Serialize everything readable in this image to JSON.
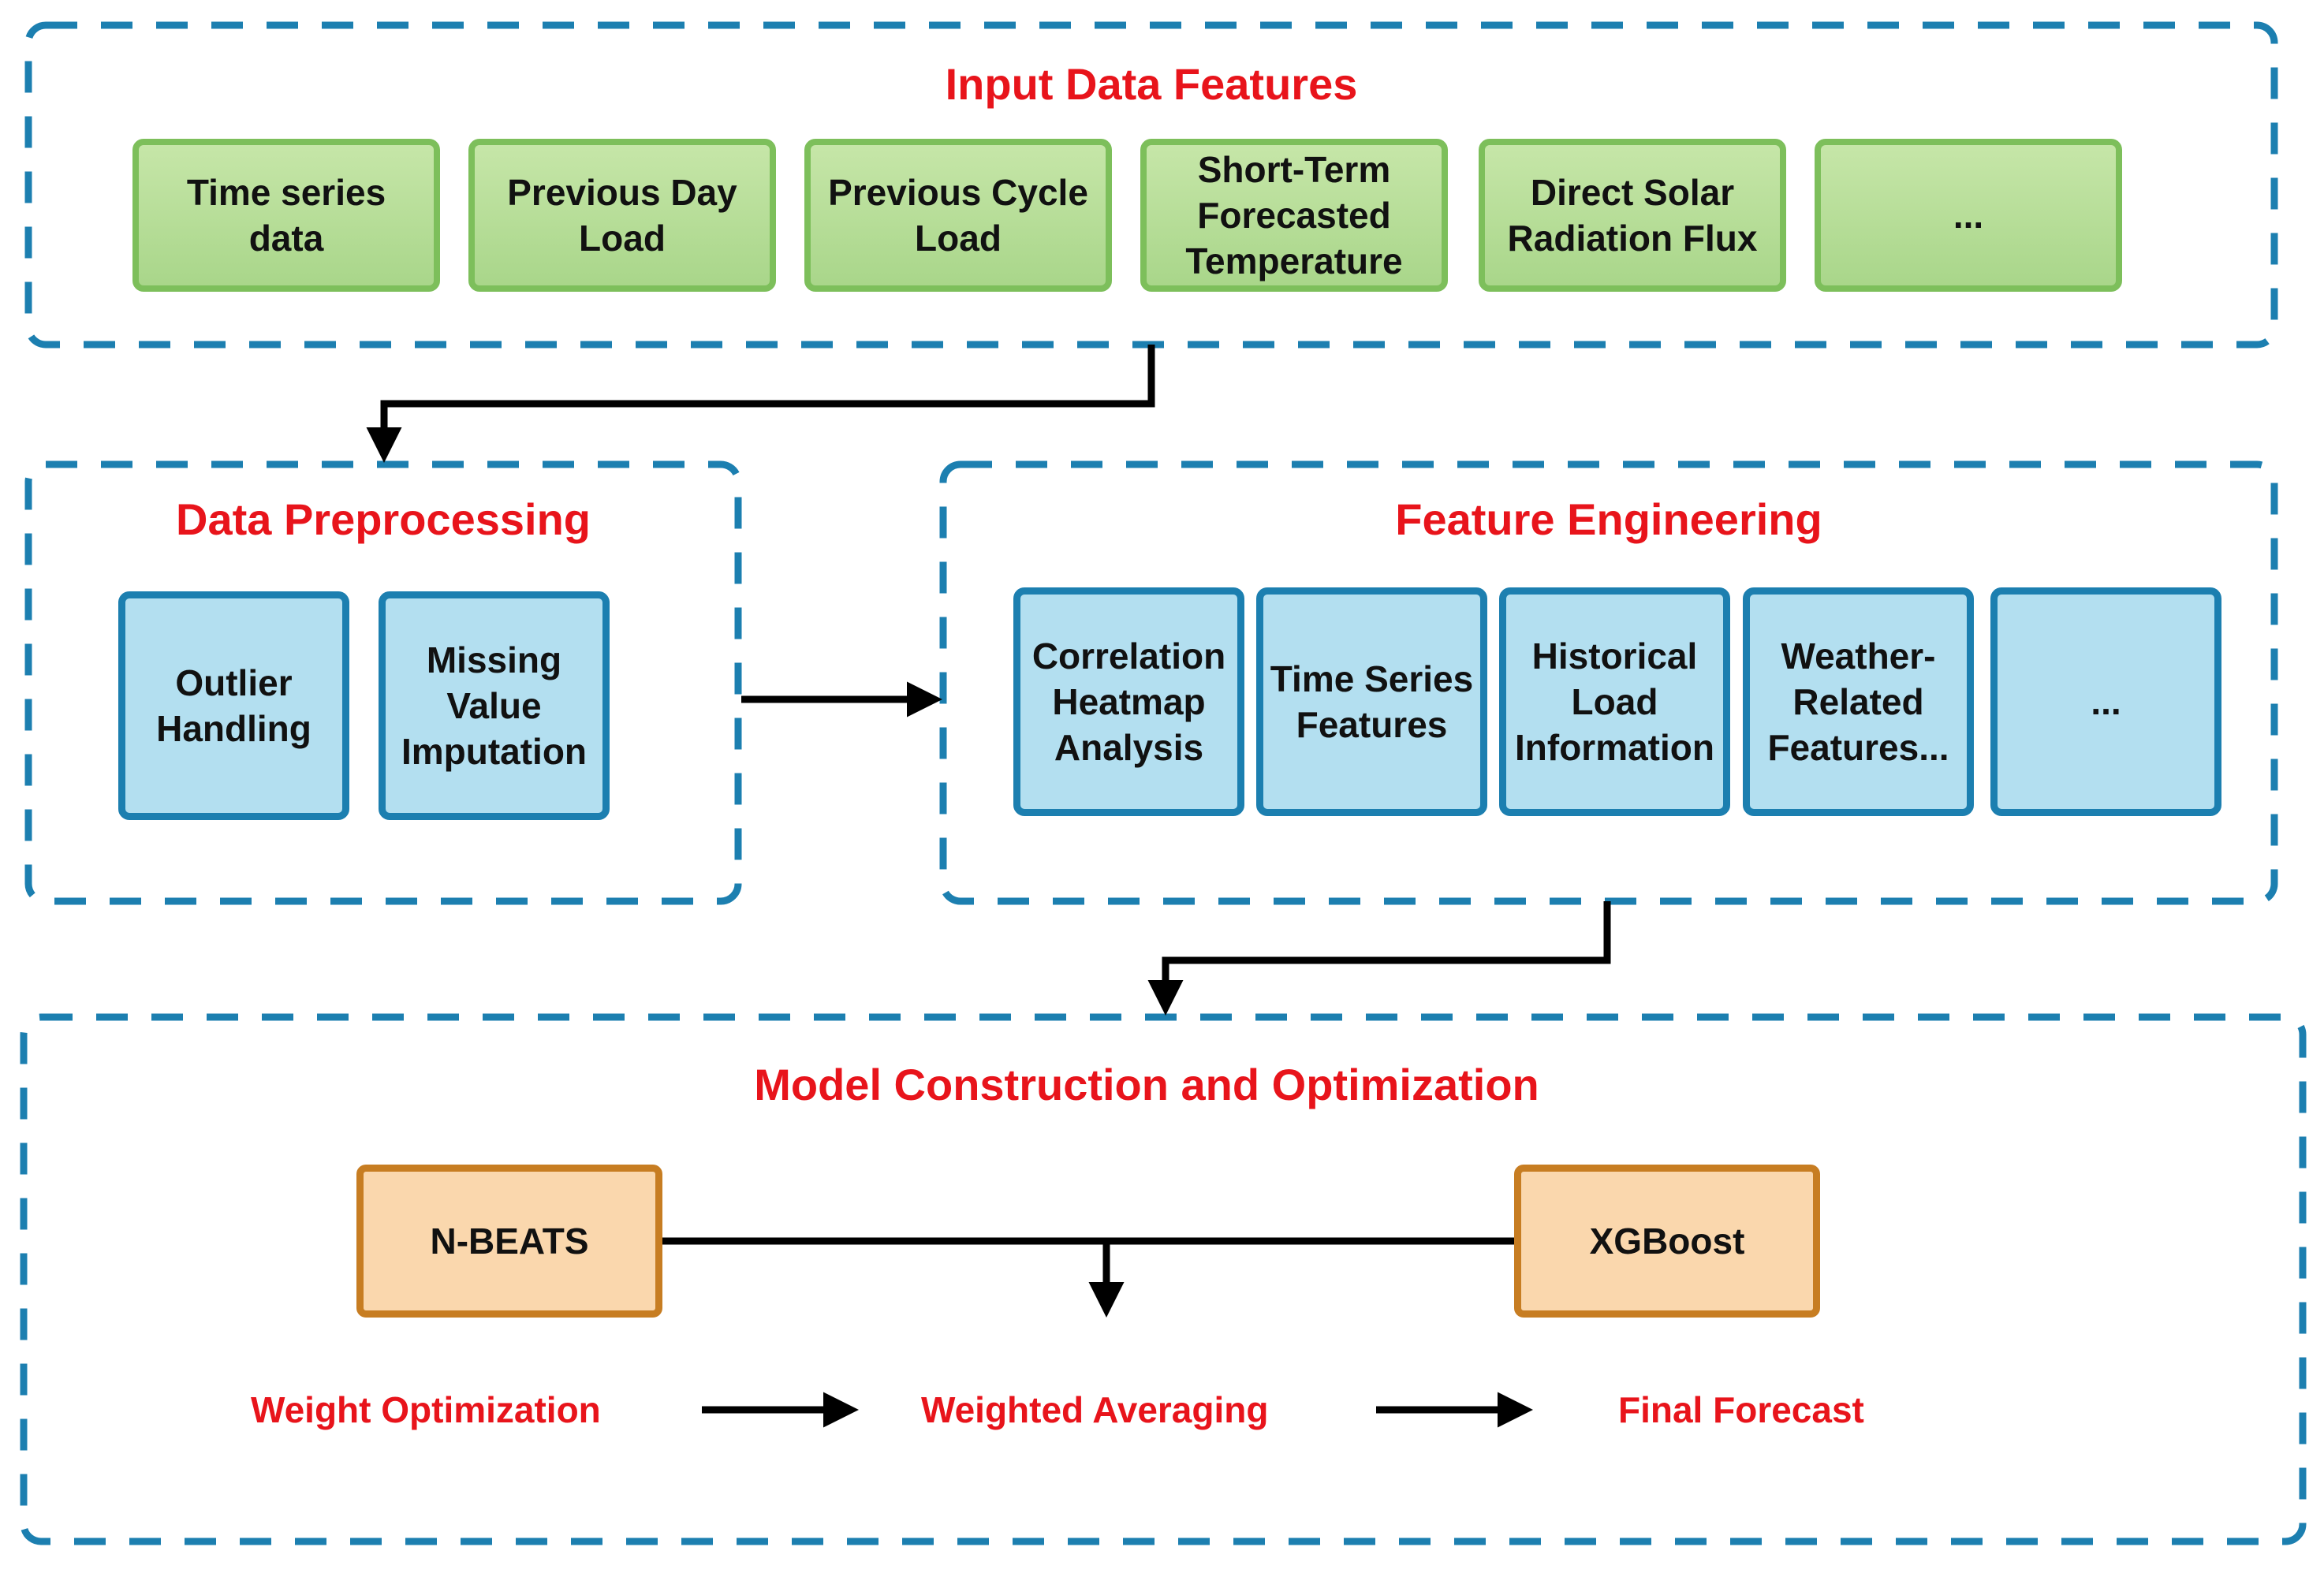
{
  "input_panel": {
    "title": "Input Data Features",
    "items": [
      "Time series\ndata",
      "Previous Day\nLoad",
      "Previous Cycle\nLoad",
      "Short-Term\nForecasted\nTemperature",
      "Direct Solar\nRadiation Flux",
      "..."
    ]
  },
  "preprocessing_panel": {
    "title": "Data Preprocessing",
    "items": [
      "Outlier\nHandling",
      "Missing\nValue\nImputation"
    ]
  },
  "feature_panel": {
    "title": "Feature Engineering",
    "items": [
      "Correlation\nHeatmap\nAnalysis",
      "Time Series\nFeatures",
      "Historical\nLoad\nInformation",
      "Weather-\nRelated\nFeatures...",
      "..."
    ]
  },
  "model_panel": {
    "title": "Model Construction and Optimization",
    "models": [
      "N-BEATS",
      "XGBoost"
    ],
    "steps": [
      "Weight Optimization",
      "Weighted Averaging",
      "Final Forecast"
    ]
  },
  "colors": {
    "title_red": "#e8141b",
    "panel_border": "#1c7fb0",
    "arrow": "#000000",
    "input_fill": "#b5dd96",
    "input_border": "#7dbf5b",
    "feature_fill": "#b3dff0",
    "feature_border": "#1c7fb0",
    "model_fill": "#fad7ad",
    "model_border": "#c77d22"
  }
}
